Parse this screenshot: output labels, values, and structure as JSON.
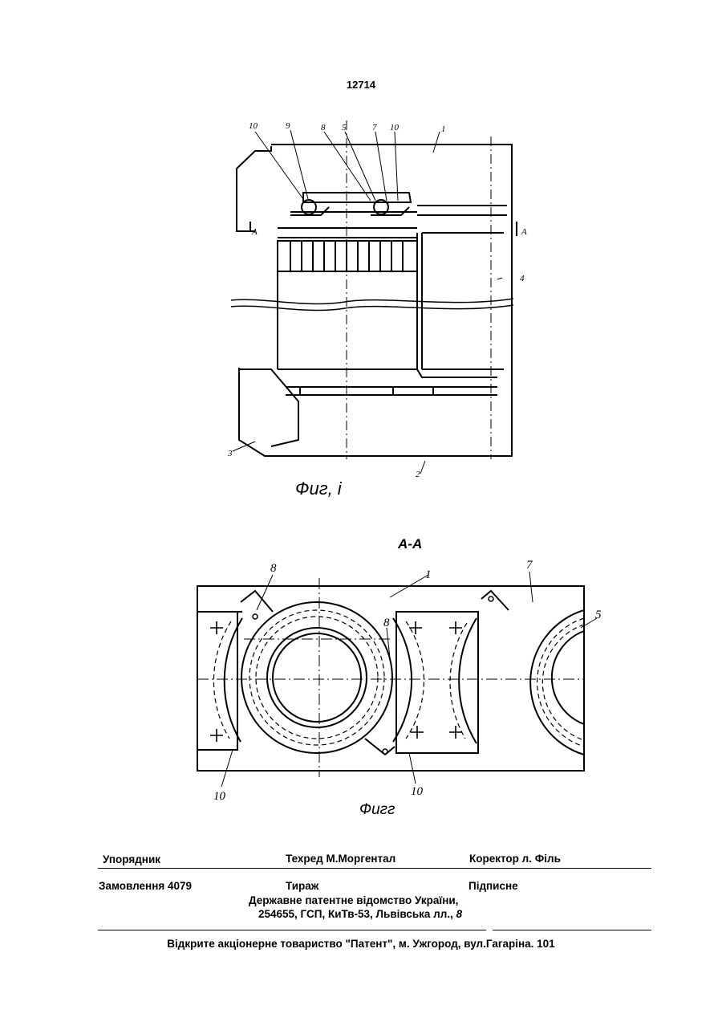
{
  "header": {
    "page_number": "12714"
  },
  "figure1": {
    "caption": "Фиг, і",
    "labels": {
      "l10a": "10",
      "l9": "9",
      "l8": "8",
      "l5": "5",
      "l7": "7",
      "l10b": "10",
      "l1": "1",
      "lA_left": "A",
      "lA_right": "A",
      "l4": "4",
      "l3": "3",
      "l2": "2"
    }
  },
  "figure2": {
    "section_label": "A-A",
    "caption": "Фигг",
    "labels": {
      "l8a": "8",
      "l1": "1",
      "l7": "7",
      "l5": "5",
      "l8b": "8",
      "l10a": "10",
      "l10b": "10"
    }
  },
  "footer": {
    "compiler": "Упорядник",
    "techred": "Техред М.Моргентал",
    "corrector": "Коректор л. Філь",
    "order": "Замовлення 4079",
    "circulation": "Тираж",
    "signed": "Підписне",
    "organization": "Державне патентне відомство України,",
    "address_main": "254655, ГСП, КиТв-53, Львівська лл., ",
    "address_number": "8",
    "printer": "Відкрите акціонерне товариство \"Патент\", м. Ужгород, вул.Гагаріна. 101"
  }
}
